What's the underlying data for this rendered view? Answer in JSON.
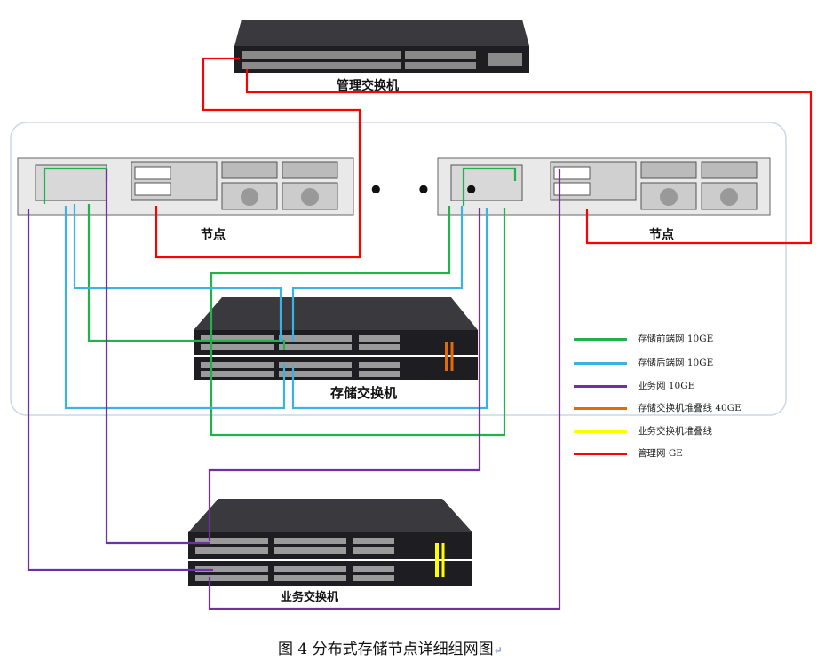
{
  "labels": {
    "mgmt_switch": "管理交换机",
    "node_left": "节点",
    "node_right": "节点",
    "ellipsis": "• • •",
    "storage_switch": "存储交换机",
    "business_switch": "业务交换机"
  },
  "legend": [
    {
      "text": "存储前端网  10GE",
      "color": "#22b14c"
    },
    {
      "text": "存储后端网  10GE",
      "color": "#3ab2e6"
    },
    {
      "text": "业务网  10GE",
      "color": "#7030a0"
    },
    {
      "text": "存储交换机堆叠线  40GE",
      "color": "#e36c0a"
    },
    {
      "text": "业务交换机堆叠线",
      "color": "#ffff00"
    },
    {
      "text": "管理网  GE",
      "color": "#ff0000"
    }
  ],
  "caption": "图 4 分布式存储节点详细组网图",
  "caption_mark": "↵",
  "colors": {
    "frontend": "#22b14c",
    "backend": "#3ab2e6",
    "business": "#7030a0",
    "storage_stack": "#e36c0a",
    "business_stack": "#ffff00",
    "management": "#ff0000",
    "device_dark": "#2a2a2e"
  }
}
